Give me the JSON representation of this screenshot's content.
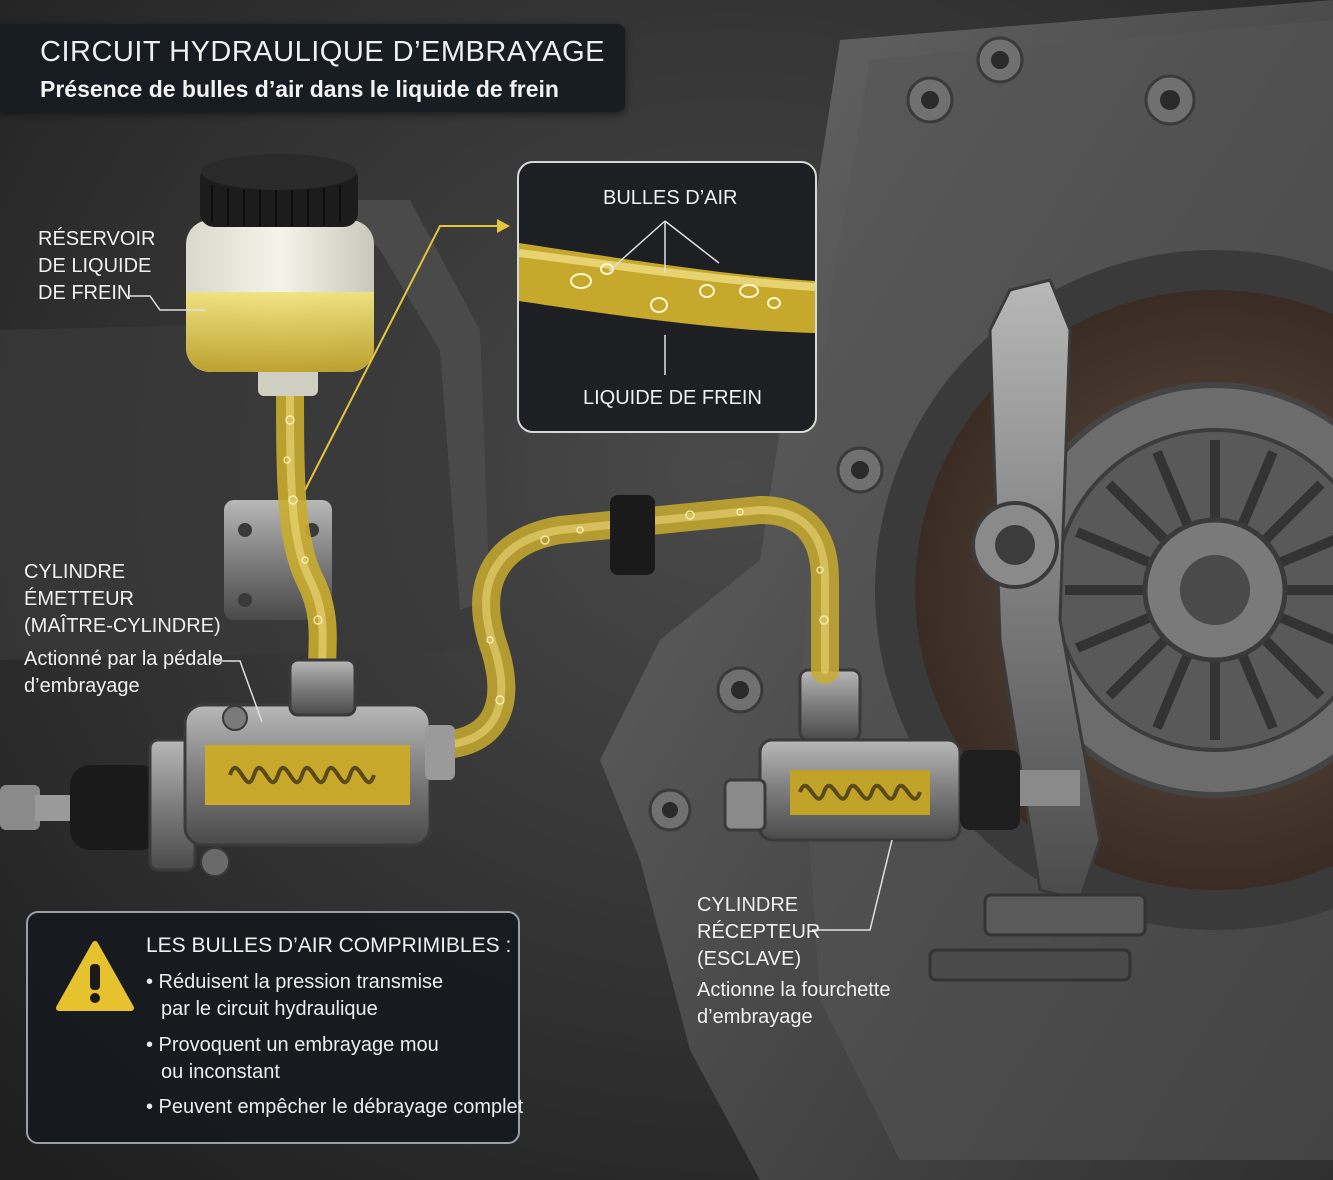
{
  "header": {
    "title": "CIRCUIT HYDRAULIQUE D’EMBRAYAGE",
    "subtitle": "Présence de bulles d’air dans le liquide de frein"
  },
  "reservoir": {
    "line1": "RÉSERVOIR",
    "line2": "DE LIQUIDE",
    "line3": "DE FREIN"
  },
  "inset": {
    "top_label": "BULLES D’AIR",
    "bottom_label": "LIQUIDE DE FREIN"
  },
  "master_cylinder": {
    "title1": "CYLINDRE",
    "title2": "ÉMETTEUR",
    "title3": "(MAÎTRE-CYLINDRE)",
    "desc1": "Actionné par la pédale",
    "desc2": "d’embrayage"
  },
  "slave_cylinder": {
    "title1": "CYLINDRE",
    "title2": "RÉCEPTEUR",
    "title3": "(ESCLAVE)",
    "desc1": "Actionne la fourchette",
    "desc2": "d’embrayage"
  },
  "warning": {
    "icon": "warning-triangle-icon",
    "title": "LES BULLES D’AIR COMPRIMIBLES :",
    "items": [
      {
        "line1": "• Réduisent la pression transmise",
        "line2": "par le circuit hydraulique"
      },
      {
        "line1": "• Provoquent un embrayage mou",
        "line2": "ou inconstant"
      },
      {
        "line1": "• Peuvent empêcher le débrayage complet",
        "line2": ""
      }
    ]
  },
  "colors": {
    "accent_yellow": "#ecc936",
    "fluid": "#d9c23a",
    "background": "#2a2a2a",
    "metal": "#8a8a8a"
  }
}
